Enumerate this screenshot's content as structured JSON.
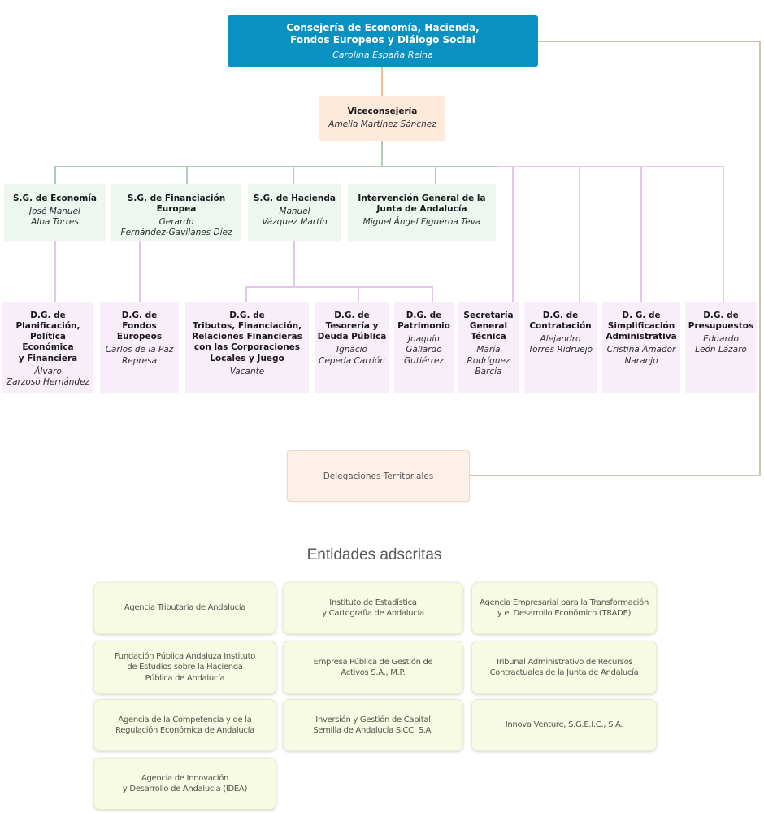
{
  "colors": {
    "root_box_bg": "#0991c1",
    "root_connector_orange": "#f1bb90",
    "tan_connector": "#cdc3b1",
    "green_connector": "#b5cbb6",
    "purple_connector": "#e3c7e6",
    "vice_box_bg": "#fdeada",
    "sg_box_bg": "#edf7ef",
    "dg_box_bg": "#f8eefa",
    "delegaciones_box_bg": "#fdf0e8",
    "entity_box_bg": "#f8fbe3"
  },
  "root": {
    "title": "Consejería de Economía, Hacienda,\nFondos Europeos y Diálogo Social",
    "name": "Carolina España Reina"
  },
  "vice": {
    "title": "Viceconsejería",
    "name": "Amelia Martínez Sánchez"
  },
  "sg_row": [
    {
      "title": "S.G. de Economía",
      "name": "José Manuel\nAlba Torres"
    },
    {
      "title": "S.G. de Financiación\nEuropea",
      "name": "Gerardo\nFernández-Gavilanes Díez"
    },
    {
      "title": "S.G. de Hacienda",
      "name": "Manuel\nVázquez Martín"
    },
    {
      "title": "Intervención General de la\nJunta de Andalucía",
      "name": "Miguel Ángel Figueroa Teva"
    }
  ],
  "dg_row": [
    {
      "title": "D.G. de\nPlanificación,\nPolítica\nEconómica\ny Financiera",
      "name": "Álvaro\nZarzoso Hernández"
    },
    {
      "title": "D.G. de\nFondos\nEuropeos",
      "name": "Carlos de la Paz\nRepresa"
    },
    {
      "title": "D.G. de\nTributos, Financiación,\nRelaciones Financieras\ncon las Corporaciones\nLocales y Juego",
      "name": "Vacante"
    },
    {
      "title": "D.G. de\nTesorería y\nDeuda Pública",
      "name": "Ignacio\nCepeda Carrión"
    },
    {
      "title": "D.G. de\nPatrimonio",
      "name": "Joaquín\nGallardo\nGutiérrez"
    },
    {
      "title": "Secretaría\nGeneral\nTécnica",
      "name": "María\nRodríguez\nBarcia"
    },
    {
      "title": "D.G. de\nContratación",
      "name": "Alejandro\nTorres Ridruejo"
    },
    {
      "title": "D. G. de\nSimplificación\nAdministrativa",
      "name": "Cristina Amador\nNaranjo"
    },
    {
      "title": "D.G. de\nPresupuestos",
      "name": "Eduardo\nLeón Lázaro"
    }
  ],
  "delegaciones": {
    "label": "Delegaciones Territoriales"
  },
  "entities": {
    "heading": "Entidades adscritas",
    "items": [
      "Agencia Tributaria de Andalucía",
      "Instituto de Estadística\ny Cartografía de Andalucía",
      "Agencia Empresarial para la Transformación\ny el Desarrollo Económico (TRADE)",
      "Fundación Pública Andaluza Instituto\nde Estudios sobre la Hacienda\nPública de Andalucía",
      "Empresa Pública de Gestión de\nActivos S.A., M.P.",
      "Tribunal Administrativo de Recursos\nContractuales de la Junta de Andalucía",
      "Agencia de la Competencia y de la\nRegulación Económica de Andalucía",
      "Inversión y Gestión de Capital\nSemilla de Andalucía SICC, S.A.",
      "Innova Venture, S.G.E.I.C., S.A.",
      "Agencia de Innovación\ny Desarrollo de Andalucía (IDEA)"
    ]
  }
}
